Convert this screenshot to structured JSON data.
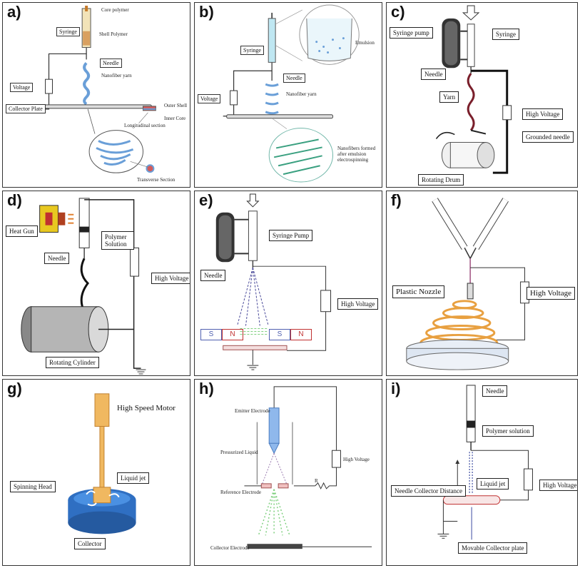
{
  "panels": {
    "a": {
      "letter": "a)",
      "core_polymer": "Core polymer",
      "syringe": "Syringe",
      "shell_polymer": "Shell Polymer",
      "needle": "Needle",
      "voltage": "Voltage",
      "nanofiber_yarn": "Nanofiber yarn",
      "collector_plate": "Collector Plate",
      "outer_shell": "Outer Shell",
      "inner_core": "Inner Core",
      "longitudinal": "Longitudinal section",
      "transverse": "Transverse Section"
    },
    "b": {
      "letter": "b)",
      "syringe": "Syringe",
      "emulsion": "Emulsion",
      "needle": "Needle",
      "voltage": "Voltage",
      "nanofiber_yarn": "Nanofiber yarn",
      "nanofibers_formed": "Nanofibers formed after emulsion electrospinning"
    },
    "c": {
      "letter": "c)",
      "syringe_pump": "Syringe pump",
      "syringe": "Syringe",
      "needle": "Needle",
      "yarn": "Yarn",
      "high_voltage": "High Voltage",
      "grounded_needle": "Grounded needle",
      "rotating_drum": "Rotating Drum"
    },
    "d": {
      "letter": "d)",
      "heat_gun": "Heat Gun",
      "polymer_solution": "Polymer Solution",
      "needle": "Needle",
      "high_voltage": "High Voltage",
      "rotating_cylinder": "Rotating Cylinder"
    },
    "e": {
      "letter": "e)",
      "syringe_pump": "Syringe Pump",
      "needle": "Needle",
      "high_voltage": "High Voltage",
      "s": "S",
      "n": "N"
    },
    "f": {
      "letter": "f)",
      "plastic_nozzle": "Plastic Nozzle",
      "high_voltage": "High Voltage"
    },
    "g": {
      "letter": "g)",
      "motor": "High Speed Motor",
      "spinning_head": "Spinning Head",
      "liquid_jet": "Liquid jet",
      "collector": "Collector"
    },
    "h": {
      "letter": "h)",
      "emitter": "Emitter Electrode",
      "pressurized": "Pressurized Liquid",
      "high_voltage": "High Voltage",
      "reference": "Reference Electrode",
      "r": "R",
      "collector_electrode": "Collector Electrode"
    },
    "i": {
      "letter": "i)",
      "needle": "Needle",
      "polymer_solution": "Polymer solution",
      "needle_collector_distance": "Needle Collector Distance",
      "liquid_jet": "Liquid jet",
      "high_voltage": "High Voltage",
      "movable_plate": "Movable Collector plate"
    }
  },
  "colors": {
    "border": "#333333",
    "fiber_blue": "#6a9fd8",
    "yarn_red": "#7a1f2b",
    "coil_orange": "#e8a040",
    "collector_blue": "#2f6fc2",
    "motor_orange": "#f0b860",
    "magnet_red": "#c03030",
    "magnet_blue": "#5060b0",
    "jet_green": "#7fd07f"
  }
}
